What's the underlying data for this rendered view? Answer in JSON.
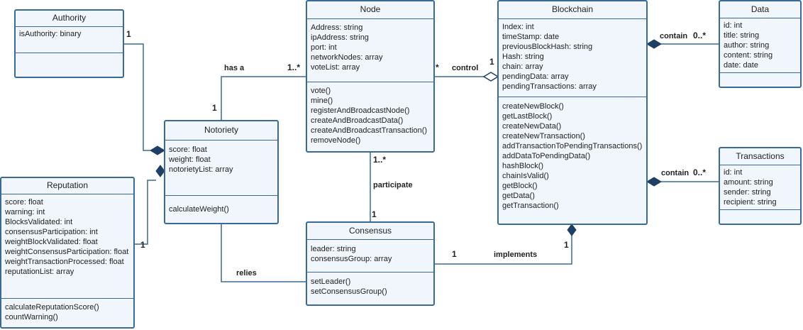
{
  "classes": {
    "authority": {
      "name": "Authority",
      "attributes": [
        "isAuthority: binary"
      ],
      "methods": []
    },
    "node": {
      "name": "Node",
      "attributes": [
        "Address: string",
        "ipAddress: string",
        "port: int",
        "networkNodes: array",
        "voteList: array"
      ],
      "methods": [
        "vote()",
        "mine()",
        "registerAndBroadcastNode()",
        "createAndBroadcastData()",
        "createAndBroadcastTransaction()",
        "removeNode()"
      ]
    },
    "blockchain": {
      "name": "Blockchain",
      "attributes": [
        "Index: int",
        "timeStamp: date",
        "previousBlockHash: string",
        "Hash: string",
        "chain: array",
        "pendingData: array",
        "pendingTransactions: array"
      ],
      "methods": [
        "createNewBlock()",
        "getLastBlock()",
        "createNewData()",
        "createNewTransaction()",
        "addTransactionToPendingTransactions()",
        "addDataToPendingData()",
        "hashBlock()",
        "chainIsValid()",
        "getBlock()",
        "getData()",
        "getTransaction()"
      ]
    },
    "data": {
      "name": "Data",
      "attributes": [
        "id: int",
        "title: string",
        "author: string",
        "content: string",
        "date: date"
      ],
      "methods": []
    },
    "transactions": {
      "name": "Transactions",
      "attributes": [
        "id: int",
        "amount: string",
        "sender: string",
        "recipient: string"
      ],
      "methods": []
    },
    "notoriety": {
      "name": "Notoriety",
      "attributes": [
        "score: float",
        "weight: float",
        "notorietyList: array"
      ],
      "methods": [
        "calculateWeight()"
      ]
    },
    "reputation": {
      "name": "Reputation",
      "attributes": [
        "score: float",
        "warning: int",
        "BlocksValidated: int",
        "consensusParticipation: int",
        "weightBlockValidated: float",
        "weightConsensusParticipation: float",
        "weightTransactionProcessed: float",
        "reputationList: array"
      ],
      "methods": [
        "calculateReputationScore()",
        "countWarning()"
      ]
    },
    "consensus": {
      "name": "Consensus",
      "attributes": [
        "leader: string",
        "consensusGroup: array"
      ],
      "methods": [
        "setLeader()",
        "setConsensusGroup()"
      ]
    }
  },
  "relations": {
    "has_a": {
      "label": "has a",
      "mult_node": "1..*",
      "mult_notoriety": "1"
    },
    "control": {
      "label": "control",
      "mult_node": "*",
      "mult_blockchain": "1"
    },
    "contain_data": {
      "label": "contain",
      "mult": "0..*"
    },
    "contain_transactions": {
      "label": "contain",
      "mult": "0..*"
    },
    "participate": {
      "label": "participate",
      "mult_node": "1..*",
      "mult_consensus": "1"
    },
    "implements": {
      "label": "implements",
      "mult_consensus": "1",
      "mult_blockchain": "1"
    },
    "relies": {
      "label": "relies"
    },
    "authority_notoriety": {
      "mult_authority": "1"
    },
    "reputation_notoriety": {
      "mult_reputation": "1"
    }
  },
  "colors": {
    "border": "#3a6a9a",
    "fill": "#f0f6fc",
    "diamond": "#1f3f66",
    "line": "#3a6a9a"
  }
}
